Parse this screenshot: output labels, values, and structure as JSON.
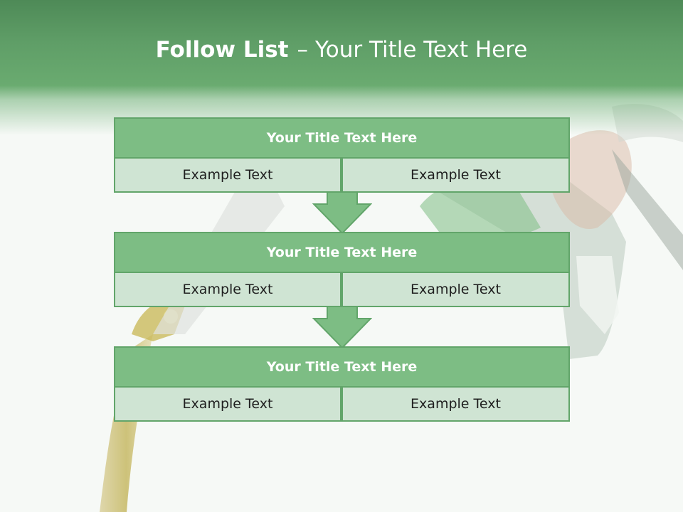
{
  "title": {
    "bold_part": "Follow List",
    "separator": "–",
    "rest": "Your Title Text Here"
  },
  "blocks": [
    {
      "title": "Your Title Text Here",
      "left_text": "Example Text",
      "right_text": "Example Text"
    },
    {
      "title": "Your Title Text Here",
      "left_text": "Example Text",
      "right_text": "Example Text"
    },
    {
      "title": "Your Title Text Here",
      "left_text": "Example Text",
      "right_text": "Example Text"
    }
  ],
  "colors": {
    "header_green": "#5f9e67",
    "block_title_fill": "#7dbd84",
    "block_border": "#62a56a",
    "cell_fill": "#cfe4d3",
    "arrow_fill": "#7dbd84"
  }
}
